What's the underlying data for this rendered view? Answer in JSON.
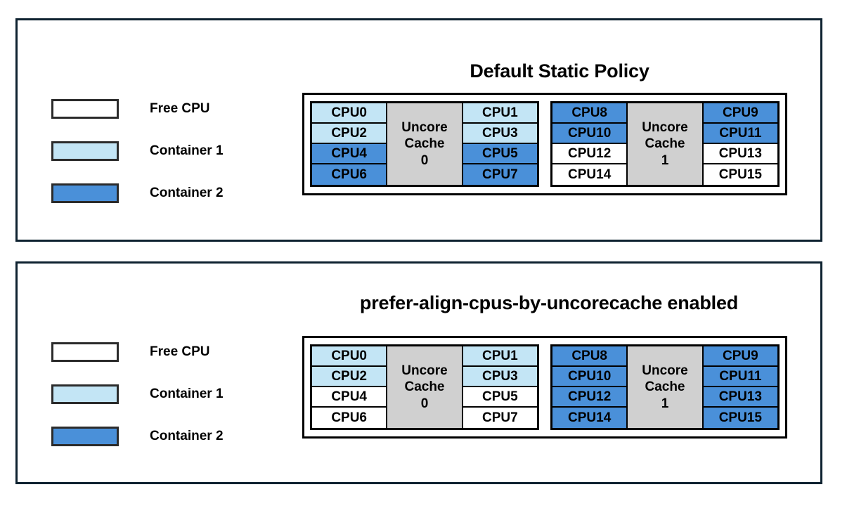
{
  "colors": {
    "free_cpu": "#ffffff",
    "container_1": "#c3e5f5",
    "container_2": "#4a90d9",
    "uncore_cache": "#d0d0d0",
    "panel_border": "#0e2230",
    "cell_border": "#000000"
  },
  "legend": {
    "items": [
      {
        "label": "Free CPU",
        "fill": "free"
      },
      {
        "label": "Container 1",
        "fill": "c1"
      },
      {
        "label": "Container 2",
        "fill": "c2"
      }
    ]
  },
  "panels": [
    {
      "title": "Default Static Policy",
      "groups": [
        {
          "uncore_line1": "Uncore",
          "uncore_line2": "Cache",
          "uncore_line3": "0",
          "left_column": [
            {
              "label": "CPU0",
              "fill": "c1"
            },
            {
              "label": "CPU2",
              "fill": "c1"
            },
            {
              "label": "CPU4",
              "fill": "c2"
            },
            {
              "label": "CPU6",
              "fill": "c2"
            }
          ],
          "right_column": [
            {
              "label": "CPU1",
              "fill": "c1"
            },
            {
              "label": "CPU3",
              "fill": "c1"
            },
            {
              "label": "CPU5",
              "fill": "c2"
            },
            {
              "label": "CPU7",
              "fill": "c2"
            }
          ]
        },
        {
          "uncore_line1": "Uncore",
          "uncore_line2": "Cache",
          "uncore_line3": "1",
          "left_column": [
            {
              "label": "CPU8",
              "fill": "c2"
            },
            {
              "label": "CPU10",
              "fill": "c2"
            },
            {
              "label": "CPU12",
              "fill": "free"
            },
            {
              "label": "CPU14",
              "fill": "free"
            }
          ],
          "right_column": [
            {
              "label": "CPU9",
              "fill": "c2"
            },
            {
              "label": "CPU11",
              "fill": "c2"
            },
            {
              "label": "CPU13",
              "fill": "free"
            },
            {
              "label": "CPU15",
              "fill": "free"
            }
          ]
        }
      ]
    },
    {
      "title": "prefer-align-cpus-by-uncorecache enabled",
      "groups": [
        {
          "uncore_line1": "Uncore",
          "uncore_line2": "Cache",
          "uncore_line3": "0",
          "left_column": [
            {
              "label": "CPU0",
              "fill": "c1"
            },
            {
              "label": "CPU2",
              "fill": "c1"
            },
            {
              "label": "CPU4",
              "fill": "free"
            },
            {
              "label": "CPU6",
              "fill": "free"
            }
          ],
          "right_column": [
            {
              "label": "CPU1",
              "fill": "c1"
            },
            {
              "label": "CPU3",
              "fill": "c1"
            },
            {
              "label": "CPU5",
              "fill": "free"
            },
            {
              "label": "CPU7",
              "fill": "free"
            }
          ]
        },
        {
          "uncore_line1": "Uncore",
          "uncore_line2": "Cache",
          "uncore_line3": "1",
          "left_column": [
            {
              "label": "CPU8",
              "fill": "c2"
            },
            {
              "label": "CPU10",
              "fill": "c2"
            },
            {
              "label": "CPU12",
              "fill": "c2"
            },
            {
              "label": "CPU14",
              "fill": "c2"
            }
          ],
          "right_column": [
            {
              "label": "CPU9",
              "fill": "c2"
            },
            {
              "label": "CPU11",
              "fill": "c2"
            },
            {
              "label": "CPU13",
              "fill": "c2"
            },
            {
              "label": "CPU15",
              "fill": "c2"
            }
          ]
        }
      ]
    }
  ]
}
